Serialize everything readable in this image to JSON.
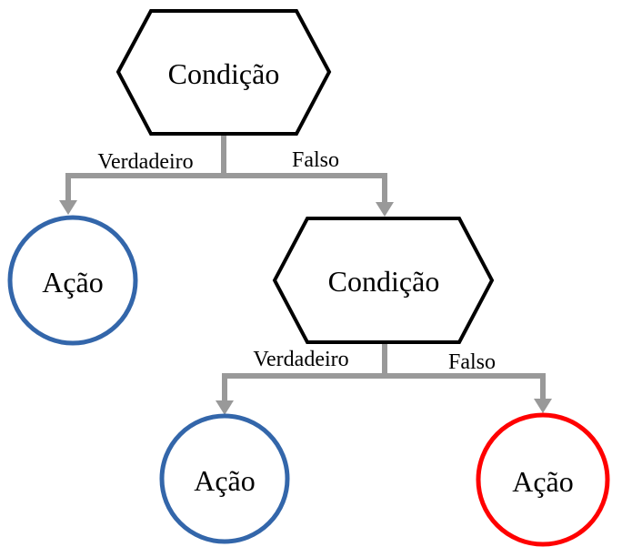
{
  "diagram": {
    "type": "flowchart-decision-tree",
    "nodes": [
      {
        "id": "cond1",
        "shape": "hexagon",
        "label": "Condição"
      },
      {
        "id": "acao1",
        "shape": "circle",
        "label": "Ação",
        "border_color_name": "blue"
      },
      {
        "id": "cond2",
        "shape": "hexagon",
        "label": "Condição"
      },
      {
        "id": "acao2",
        "shape": "circle",
        "label": "Ação",
        "border_color_name": "blue"
      },
      {
        "id": "acao3",
        "shape": "circle",
        "label": "Ação",
        "border_color_name": "red"
      }
    ],
    "edges": [
      {
        "from": "cond1",
        "to": "acao1",
        "label": "Verdadeiro"
      },
      {
        "from": "cond1",
        "to": "cond2",
        "label": "Falso"
      },
      {
        "from": "cond2",
        "to": "acao2",
        "label": "Verdadeiro"
      },
      {
        "from": "cond2",
        "to": "acao3",
        "label": "Falso"
      }
    ]
  },
  "colors": {
    "node_outline": "#000000",
    "node_fill": "#ffffff",
    "connector": "#999999",
    "action_true_border": "#3366AA",
    "action_false_border": "#FF0000",
    "text": "#000000"
  }
}
